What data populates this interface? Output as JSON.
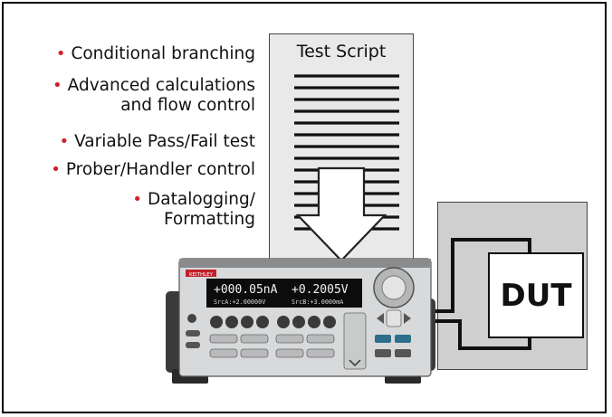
{
  "bullets": [
    {
      "line1": "Conditional branching"
    },
    {
      "line1": "Advanced calculations",
      "line2": "and flow control"
    },
    {
      "line1": "Variable Pass/Fail test"
    },
    {
      "line1": "Prober/Handler control"
    },
    {
      "line1": "Datalogging/",
      "line2": "Formatting"
    }
  ],
  "bullet_glyph": "•",
  "script_title": "Test Script",
  "dut_label": "DUT",
  "instrument": {
    "display_line1_a": "+000.05nA",
    "display_line1_b": "+0.2005V",
    "display_line2_a": "SrcA:+2.00000V",
    "display_line2_b": "SrcB:+3.0000mA",
    "brand": "KEITHLEY"
  },
  "colors": {
    "bullet": "#d2202f",
    "script_bg": "#e9e9e9",
    "dut_bg": "#cfcfcf",
    "brand": "#c0202a"
  }
}
